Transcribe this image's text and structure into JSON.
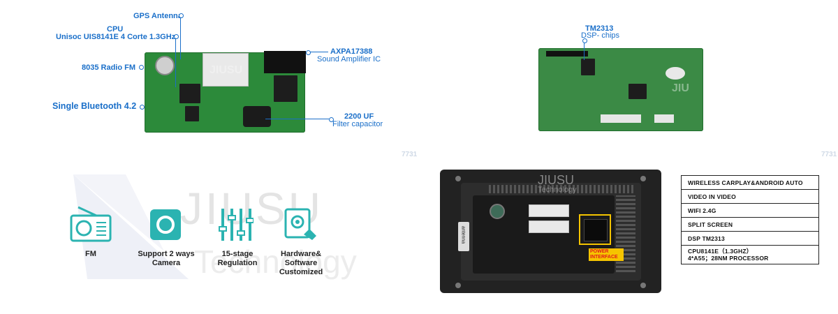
{
  "top_left_board": {
    "callouts": {
      "gps": "GPS Antenna",
      "cpu_title": "CPU",
      "cpu_detail": "Unisoc UIS8141E 4 Corte 1.3GHz",
      "radio": "8035 Radio  FM",
      "bluetooth": "Single Bluetooth 4.2",
      "amp_title": "AXPA17388",
      "amp_detail": "Sound Amplifier IC",
      "cap_title": "2200 UF",
      "cap_detail": "Filter capacitor"
    },
    "watermark": "JIUSU",
    "code": "7731"
  },
  "top_right_board": {
    "callouts": {
      "dsp_title": "TM2313",
      "dsp_detail": "DSP- chips"
    },
    "watermark": "JIU",
    "code": "7731"
  },
  "brand": {
    "name": "JIUSU",
    "sub": "Technology"
  },
  "features": [
    {
      "label": "FM",
      "icon": "radio-icon"
    },
    {
      "label": "Support 2 ways Camera",
      "icon": "camera-icon"
    },
    {
      "label": "15-stage Regulation",
      "icon": "equalizer-icon"
    },
    {
      "label": "Hardware& Software Customized",
      "icon": "settings-icon"
    }
  ],
  "back_panel": {
    "antenna_label": "antenna",
    "power_label": "POWER INTERFACE",
    "watermark": "JIUSU",
    "watermark_sub": "Technology"
  },
  "specs": [
    "WIRELESS CARPLAY&ANDROID AUTO",
    "VIDEO IN VIDEO",
    "WIFI 2.4G",
    "SPLIT SCREEN",
    "DSP TM2313",
    "CPU8141E（1.3GHZ）",
    "4*A55；28NM PROCESSOR"
  ],
  "colors": {
    "callout": "#1a6fc9",
    "pcb": "#2c8a3a",
    "accent_teal": "#2bb3b1",
    "highlight": "#f5c400",
    "power_label": "#e21b1b"
  }
}
